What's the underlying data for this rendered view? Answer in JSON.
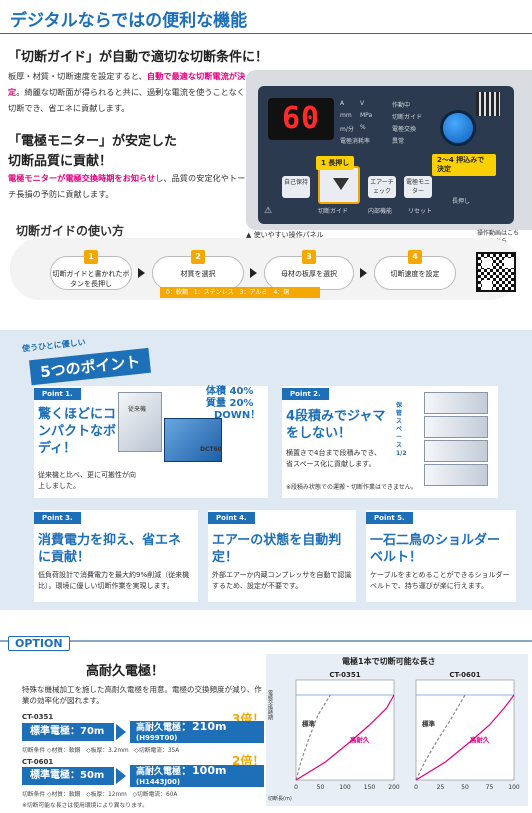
{
  "header": {
    "title": "デジタルならではの便利な機能"
  },
  "section1": {
    "heading": "「切断ガイド」が自動で適切な切断条件に！",
    "text_before": "板厚・材質・切断速度を設定すると、",
    "text_hl": "自動で最適な切断電流が決定",
    "text_after": "。綺麗な切断面が得られると共に、過剰な電流を使うことなく切断でき、省エネに貢献します。"
  },
  "section2": {
    "heading_line1": "「電極モニター」が安定した",
    "heading_line2": "切断品質に貢献！",
    "text_hl": "電極モニターが電極交換時期をお知らせ",
    "text_after": "し、品質の安定化やトーチ長損の予防に貢献します。"
  },
  "panel": {
    "display": "60",
    "units": [
      "A",
      "V",
      "mm",
      "MPa",
      "m/分",
      "%"
    ],
    "unit_caption": "電極消耗率",
    "status_labels": [
      "作動中",
      "切断ガイド",
      "電極交換",
      "異常"
    ],
    "buttons": [
      "自己保持",
      "エアーチェック",
      "電極モニター"
    ],
    "button_captions": [
      "切断ガイド",
      "内部機能",
      "リセット"
    ],
    "long_press": "長押し",
    "callout1": "1  長押し",
    "callout2": "2～4  押込みで決定",
    "caption": "▲ 使いやすい操作パネル"
  },
  "guide": {
    "title": "切断ガイドの使い方",
    "qr_caption": "操作動画はこちらから",
    "steps": [
      {
        "num": "1",
        "label": "切断ガイドと書かれたボタンを長押し"
      },
      {
        "num": "2",
        "label": "材質を選択"
      },
      {
        "num": "3",
        "label": "母材の板厚を選択"
      },
      {
        "num": "4",
        "label": "切断速度を設定"
      }
    ],
    "materials": "0：軟鋼　1：ステンレス　3：アルミ　4：銅"
  },
  "points": {
    "sub": "使うひとに優しい",
    "main": "5つのポイント",
    "items": [
      {
        "tag": "Point 1.",
        "title": "驚くほどにコンパクトなボディ！",
        "text": "従来機と比べ、更に可搬性が向上しました。",
        "badge1": "体積 40%",
        "badge2": "質量 20%",
        "badge3": "DOWN！",
        "label_old": "従来機",
        "label_new": "DCT60"
      },
      {
        "tag": "Point 2.",
        "title": "4段積みでジャマをしない！",
        "text": "横置きで4台まで段積みでき、省スペース化に貢献します。",
        "note": "※段積み状態での運搬・切断作業はできません。",
        "side": "保管スペース1/2"
      },
      {
        "tag": "Point 3.",
        "title": "消費電力を抑え、省エネに貢献！",
        "text": "低負荷設計で消費電力を最大約9%削減（従来機比）。環境に優しい切断作業を実現します。"
      },
      {
        "tag": "Point 4.",
        "title": "エアーの状態を自動判定！",
        "text": "外部エアーか内蔵コンプレッサを自動で認識するため、設定が不要です。"
      },
      {
        "tag": "Point 5.",
        "title": "一石二鳥のショルダーベルト！",
        "text": "ケーブルをまとめることができるショルダーベルトで、持ち運びが楽に行えます。"
      }
    ]
  },
  "option": {
    "tag": "OPTION",
    "title": "高耐久電極！",
    "text": "特殊な機械加工を施した高耐久電極を用意。電極の交換頻度が減り、作業の効率化が図れます。",
    "rows": [
      {
        "model": "CT-0351",
        "std": "標準電極：70m",
        "opt_name": "高耐久電極",
        "opt_code": "(H999T00)",
        "opt_val": "：210m",
        "times": "3倍！",
        "cond": "切断条件 ◇材質：軟鋼　◇板厚：3.2mm　◇切断電流：35A"
      },
      {
        "model": "CT-0601",
        "std": "標準電極：50m",
        "opt_name": "高耐久電極",
        "opt_code": "(H1443J00)",
        "opt_val": "：100m",
        "times": "2倍！",
        "cond": "切断条件 ◇材質：軟鋼　◇板厚：12mm　◇切断電流：60A"
      }
    ],
    "note": "※切断可能な長さは使用環境により異なります。"
  },
  "chart_data": {
    "type": "line",
    "title": "電極1本で切断可能な長さ",
    "ylabel": "電極交換時期",
    "xlabel": "切断長(m)",
    "charts": [
      {
        "title": "CT-0351",
        "x_ticks": [
          0,
          50,
          100,
          150,
          200
        ],
        "xlim": [
          0,
          200
        ],
        "series": [
          {
            "name": "標準",
            "x": [
              0,
              10,
              25,
              45,
              70
            ],
            "y": [
              0,
              0.18,
              0.4,
              0.65,
              0.85
            ],
            "color": "#888888",
            "dash": true
          },
          {
            "name": "高耐久",
            "x": [
              0,
              60,
              110,
              150,
              185,
              210
            ],
            "y": [
              0,
              0.18,
              0.38,
              0.55,
              0.72,
              0.85
            ],
            "color": "#e4007f"
          }
        ]
      },
      {
        "title": "CT-0601",
        "x_ticks": [
          0,
          25,
          50,
          75,
          100
        ],
        "xlim": [
          0,
          100
        ],
        "series": [
          {
            "name": "標準",
            "x": [
              0,
              10,
              22,
              35,
              50
            ],
            "y": [
              0,
              0.2,
              0.4,
              0.6,
              0.85
            ],
            "color": "#888888",
            "dash": true
          },
          {
            "name": "高耐久",
            "x": [
              0,
              30,
              55,
              75,
              90,
              100
            ],
            "y": [
              0,
              0.18,
              0.38,
              0.55,
              0.72,
              0.85
            ],
            "color": "#e4007f"
          }
        ]
      }
    ]
  }
}
